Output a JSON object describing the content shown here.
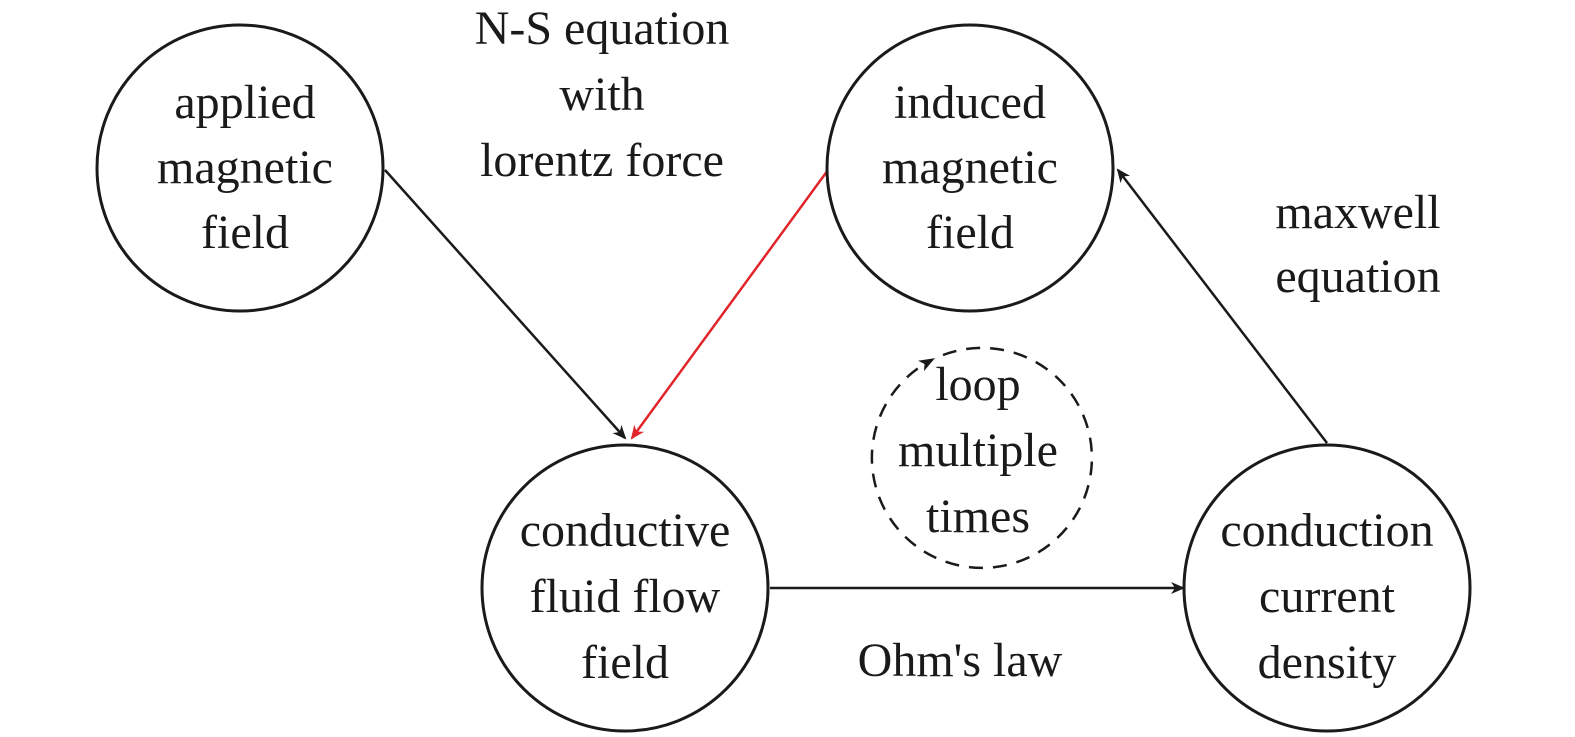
{
  "nodes": {
    "applied": [
      "applied",
      "magnetic",
      "field"
    ],
    "induced": [
      "induced",
      "magnetic",
      "field"
    ],
    "fluid": [
      "conductive",
      "fluid flow",
      "field"
    ],
    "current": [
      "conduction",
      "current",
      "density"
    ]
  },
  "edges": {
    "ns": [
      "N-S equation",
      "with",
      "lorentz force"
    ],
    "maxwell": [
      "maxwell",
      "equation"
    ],
    "ohm": [
      "Ohm's law"
    ]
  },
  "loop": [
    "loop",
    "multiple",
    "times"
  ],
  "colors": {
    "stroke": "#1a1a1a",
    "feedback_arrow": "#e0262b",
    "background": "#ffffff"
  }
}
